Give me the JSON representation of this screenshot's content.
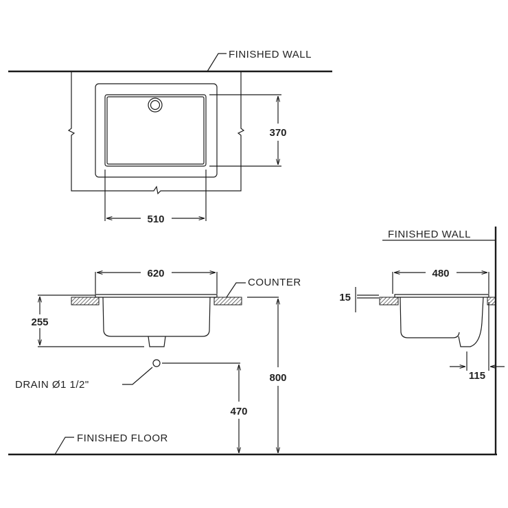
{
  "title": "Undercounter basin installation drawing",
  "labels": {
    "finished_wall_top": "FINISHED  WALL",
    "finished_wall_side": "FINISHED  WALL",
    "counter": "COUNTER",
    "drain": "DRAIN  Ø1 1/2\"",
    "finished_floor": "FINISHED  FLOOR"
  },
  "dimensions": {
    "bowl_depth_top": "370",
    "bowl_width_top": "510",
    "overall_width": "620",
    "bowl_height": "255",
    "counter_height": "800",
    "drain_height": "470",
    "overall_depth": "480",
    "rim_thickness": "15",
    "drain_offset": "115"
  }
}
